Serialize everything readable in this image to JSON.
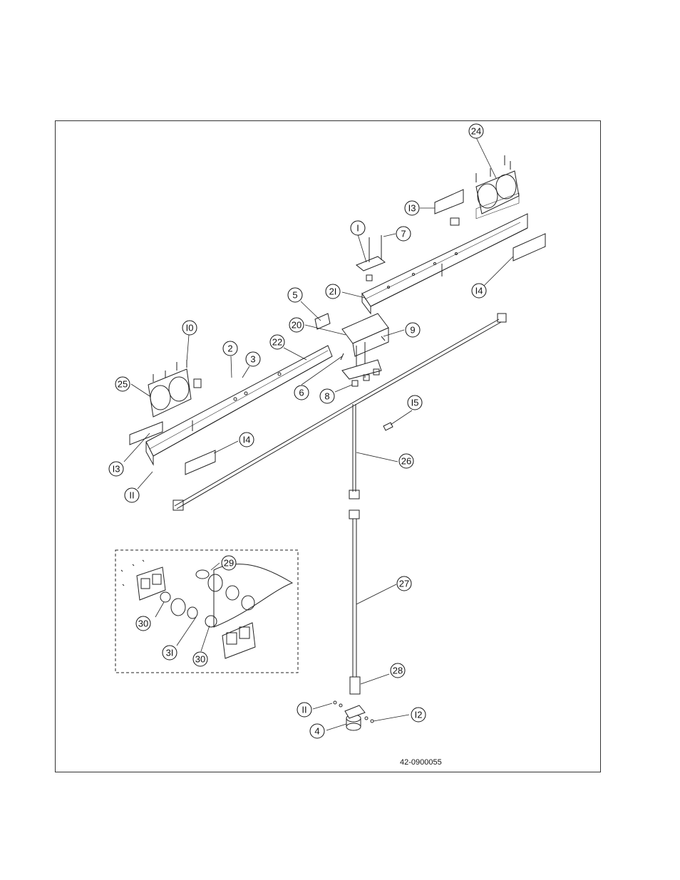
{
  "drawing": {
    "number": "42-0900055",
    "callouts": [
      {
        "id": "c24",
        "label": "24"
      },
      {
        "id": "c13a",
        "label": "I3"
      },
      {
        "id": "c1",
        "label": "I"
      },
      {
        "id": "c7",
        "label": "7"
      },
      {
        "id": "c21",
        "label": "2I"
      },
      {
        "id": "c14a",
        "label": "I4"
      },
      {
        "id": "c5",
        "label": "5"
      },
      {
        "id": "c20",
        "label": "20"
      },
      {
        "id": "c9",
        "label": "9"
      },
      {
        "id": "c10",
        "label": "I0"
      },
      {
        "id": "c22",
        "label": "22"
      },
      {
        "id": "c2",
        "label": "2"
      },
      {
        "id": "c3",
        "label": "3"
      },
      {
        "id": "c25",
        "label": "25"
      },
      {
        "id": "c6",
        "label": "6"
      },
      {
        "id": "c8",
        "label": "8"
      },
      {
        "id": "c15",
        "label": "I5"
      },
      {
        "id": "c14b",
        "label": "I4"
      },
      {
        "id": "c26",
        "label": "26"
      },
      {
        "id": "c13b",
        "label": "I3"
      },
      {
        "id": "c11a",
        "label": "II"
      },
      {
        "id": "c29",
        "label": "29"
      },
      {
        "id": "c27",
        "label": "27"
      },
      {
        "id": "c30a",
        "label": "30"
      },
      {
        "id": "c31",
        "label": "3I"
      },
      {
        "id": "c30b",
        "label": "30"
      },
      {
        "id": "c28",
        "label": "28"
      },
      {
        "id": "c11b",
        "label": "II"
      },
      {
        "id": "c12",
        "label": "I2"
      },
      {
        "id": "c4",
        "label": "4"
      }
    ]
  }
}
